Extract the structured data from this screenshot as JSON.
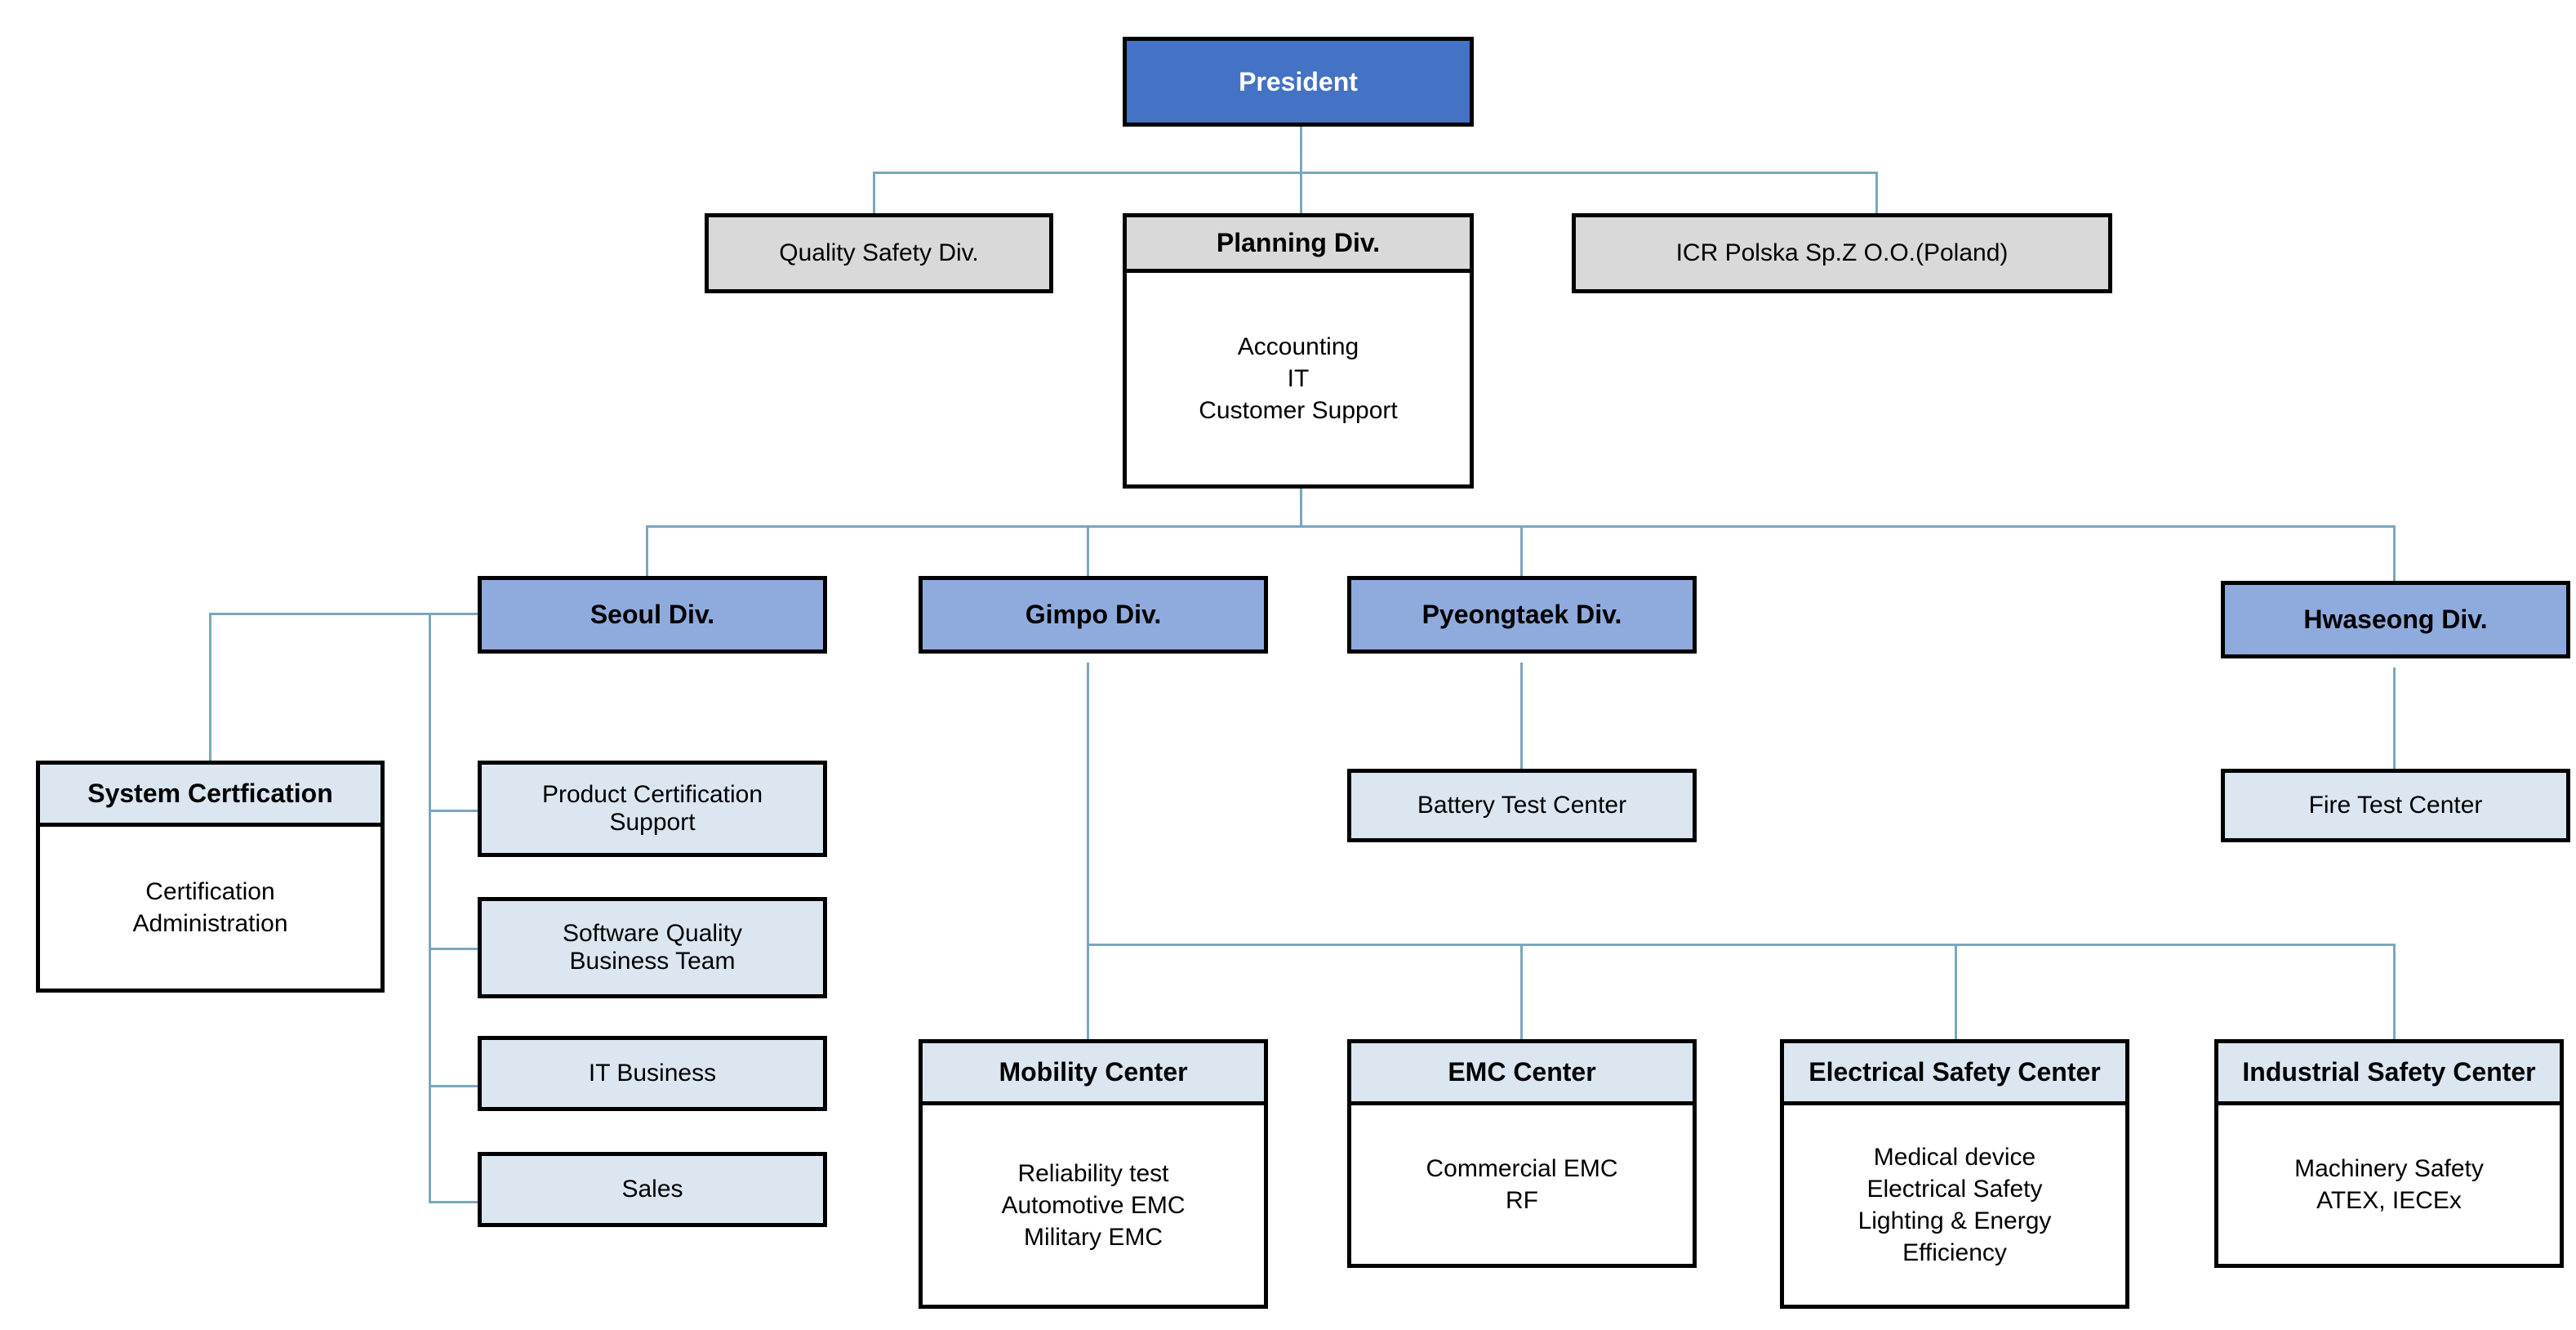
{
  "chart_data": {
    "type": "diagram",
    "title": "Organization Chart",
    "nodes": [
      {
        "id": "president",
        "label": "President",
        "style": "president"
      },
      {
        "id": "quality-safety-div",
        "label": "Quality Safety Div.",
        "style": "gray"
      },
      {
        "id": "planning-div",
        "label": "Planning Div.",
        "body": "Accounting\nIT\nCustomer Support",
        "style": "gray-split"
      },
      {
        "id": "icr-polska",
        "label": "ICR Polska Sp.Z O.O.(Poland)",
        "style": "gray"
      },
      {
        "id": "seoul-div",
        "label": "Seoul Div.",
        "style": "blue"
      },
      {
        "id": "gimpo-div",
        "label": "Gimpo Div.",
        "style": "blue"
      },
      {
        "id": "pyeongtaek-div",
        "label": "Pyeongtaek Div.",
        "style": "blue"
      },
      {
        "id": "hwaseong-div",
        "label": "Hwaseong Div.",
        "style": "blue"
      },
      {
        "id": "system-certfication",
        "label": "System Certfication",
        "body": "Certification\nAdministration",
        "style": "light-split"
      },
      {
        "id": "product-certification-support",
        "label": "Product Certification\nSupport",
        "style": "light"
      },
      {
        "id": "software-quality-business-team",
        "label": "Software Quality\nBusiness Team",
        "style": "light"
      },
      {
        "id": "it-business",
        "label": "IT Business",
        "style": "light"
      },
      {
        "id": "sales",
        "label": "Sales",
        "style": "light"
      },
      {
        "id": "battery-test-center",
        "label": "Battery Test Center",
        "style": "light"
      },
      {
        "id": "fire-test-center",
        "label": "Fire Test Center",
        "style": "light"
      },
      {
        "id": "mobility-center",
        "label": "Mobility Center",
        "body": "Reliability test\nAutomotive EMC\nMilitary EMC",
        "style": "light-split"
      },
      {
        "id": "emc-center",
        "label": "EMC Center",
        "body": "Commercial EMC\nRF",
        "style": "light-split"
      },
      {
        "id": "electrical-safety-center",
        "label": "Electrical Safety Center",
        "body": "Medical device\nElectrical Safety\nLighting & Energy\nEfficiency",
        "style": "light-split"
      },
      {
        "id": "industrial-safety-center",
        "label": "Industrial Safety Center",
        "body": "Machinery Safety\nATEX, IECEx",
        "style": "light-split"
      }
    ],
    "edges": [
      {
        "from": "president",
        "to": "quality-safety-div"
      },
      {
        "from": "president",
        "to": "planning-div"
      },
      {
        "from": "president",
        "to": "icr-polska"
      },
      {
        "from": "planning-div",
        "to": "seoul-div"
      },
      {
        "from": "planning-div",
        "to": "gimpo-div"
      },
      {
        "from": "planning-div",
        "to": "pyeongtaek-div"
      },
      {
        "from": "planning-div",
        "to": "hwaseong-div"
      },
      {
        "from": "seoul-div",
        "to": "system-certfication"
      },
      {
        "from": "seoul-div",
        "to": "product-certification-support"
      },
      {
        "from": "seoul-div",
        "to": "software-quality-business-team"
      },
      {
        "from": "seoul-div",
        "to": "it-business"
      },
      {
        "from": "seoul-div",
        "to": "sales"
      },
      {
        "from": "gimpo-div",
        "to": "mobility-center"
      },
      {
        "from": "gimpo-div",
        "to": "emc-center"
      },
      {
        "from": "gimpo-div",
        "to": "electrical-safety-center"
      },
      {
        "from": "gimpo-div",
        "to": "industrial-safety-center"
      },
      {
        "from": "pyeongtaek-div",
        "to": "battery-test-center"
      },
      {
        "from": "hwaseong-div",
        "to": "fire-test-center"
      }
    ],
    "colors": {
      "president_fill": "#4472C4",
      "division_fill": "#8FAADC",
      "staff_fill": "#D9D9D9",
      "unit_fill": "#DCE6F1",
      "connector": "#7BA7BC",
      "border": "#000000",
      "background": "#FFFFFF"
    }
  },
  "president": {
    "label": "President"
  },
  "staff": {
    "quality_safety": {
      "label": "Quality Safety Div."
    },
    "planning": {
      "label": "Planning Div.",
      "body": "Accounting\nIT\nCustomer Support"
    },
    "icr_polska": {
      "label": "ICR Polska Sp.Z O.O.(Poland)"
    }
  },
  "divisions": {
    "seoul": {
      "label": "Seoul Div."
    },
    "gimpo": {
      "label": "Gimpo Div."
    },
    "pyeongtaek": {
      "label": "Pyeongtaek Div."
    },
    "hwaseong": {
      "label": "Hwaseong Div."
    }
  },
  "seoul_units": {
    "system_certfication": {
      "label": "System Certfication",
      "body": "Certification\nAdministration"
    },
    "product_certification_support": {
      "label": "Product Certification\nSupport"
    },
    "software_quality_business_team": {
      "label": "Software Quality\nBusiness Team"
    },
    "it_business": {
      "label": "IT Business"
    },
    "sales": {
      "label": "Sales"
    }
  },
  "gimpo_units": {
    "mobility": {
      "label": "Mobility Center",
      "body": "Reliability test\nAutomotive EMC\nMilitary EMC"
    },
    "emc": {
      "label": "EMC Center",
      "body": "Commercial EMC\nRF"
    },
    "electrical_safety": {
      "label": "Electrical Safety Center",
      "body": "Medical device\nElectrical Safety\nLighting & Energy\nEfficiency"
    },
    "industrial_safety": {
      "label": "Industrial Safety Center",
      "body": "Machinery Safety\nATEX, IECEx"
    }
  },
  "pyeongtaek_units": {
    "battery_test": {
      "label": "Battery Test Center"
    }
  },
  "hwaseong_units": {
    "fire_test": {
      "label": "Fire Test Center"
    }
  }
}
